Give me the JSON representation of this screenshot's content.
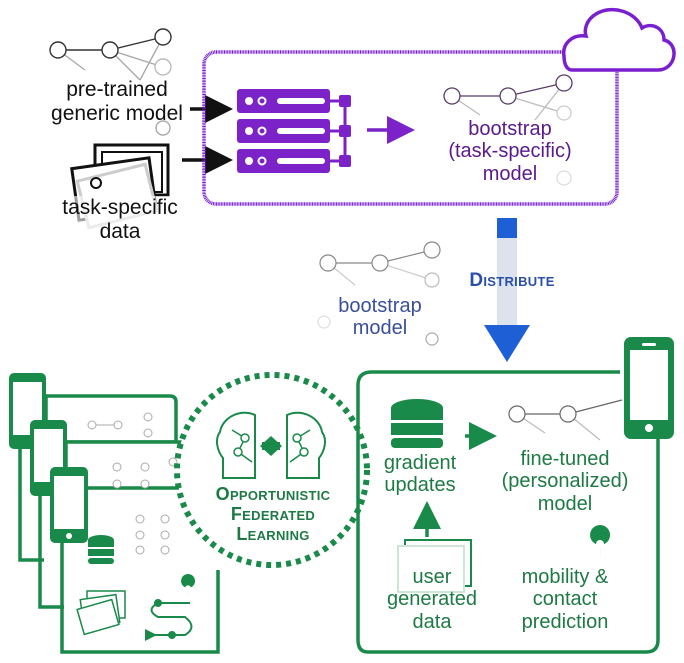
{
  "colors": {
    "cloud_purple": "#7a1fd0",
    "server_purple": "#7b22c8",
    "distribute_blue": "#1f5fd6",
    "federated_green": "#1a8a4a",
    "text_black": "#111111"
  },
  "inputs": {
    "pretrained_model_label": "pre-trained\ngeneric model",
    "task_data_label": "task-specific\ndata"
  },
  "cloud": {
    "icon": "cloud-icon",
    "servers_icon": "server-rack-icon",
    "bootstrap_model_label": "bootstrap\n(task-specific)\nmodel"
  },
  "distribute": {
    "label": "Distribute",
    "model_label": "bootstrap\nmodel"
  },
  "federated": {
    "label": "Opportunistic\nFederated\nLearning",
    "icon": "brain-exchange-icon"
  },
  "device": {
    "gradient_label": "gradient\nupdates",
    "finetuned_label": "fine-tuned\n(personalized)\nmodel",
    "user_data_label": "user\ngenerated\ndata",
    "prediction_label": "mobility &\ncontact\nprediction",
    "icons": [
      "smartphone-icon",
      "database-icon",
      "images-icon",
      "location-pin-icon",
      "route-icon"
    ]
  }
}
